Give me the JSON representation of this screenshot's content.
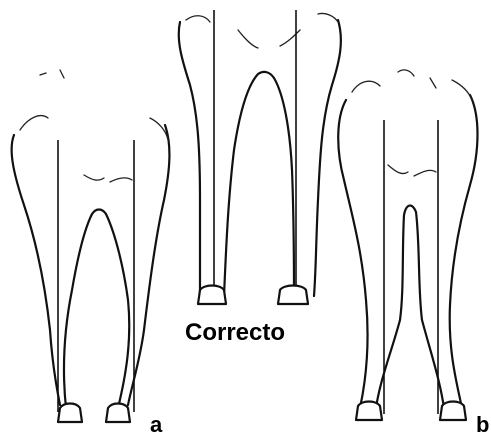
{
  "labels": {
    "left": "a",
    "center": "Correcto",
    "right": "b"
  }
}
